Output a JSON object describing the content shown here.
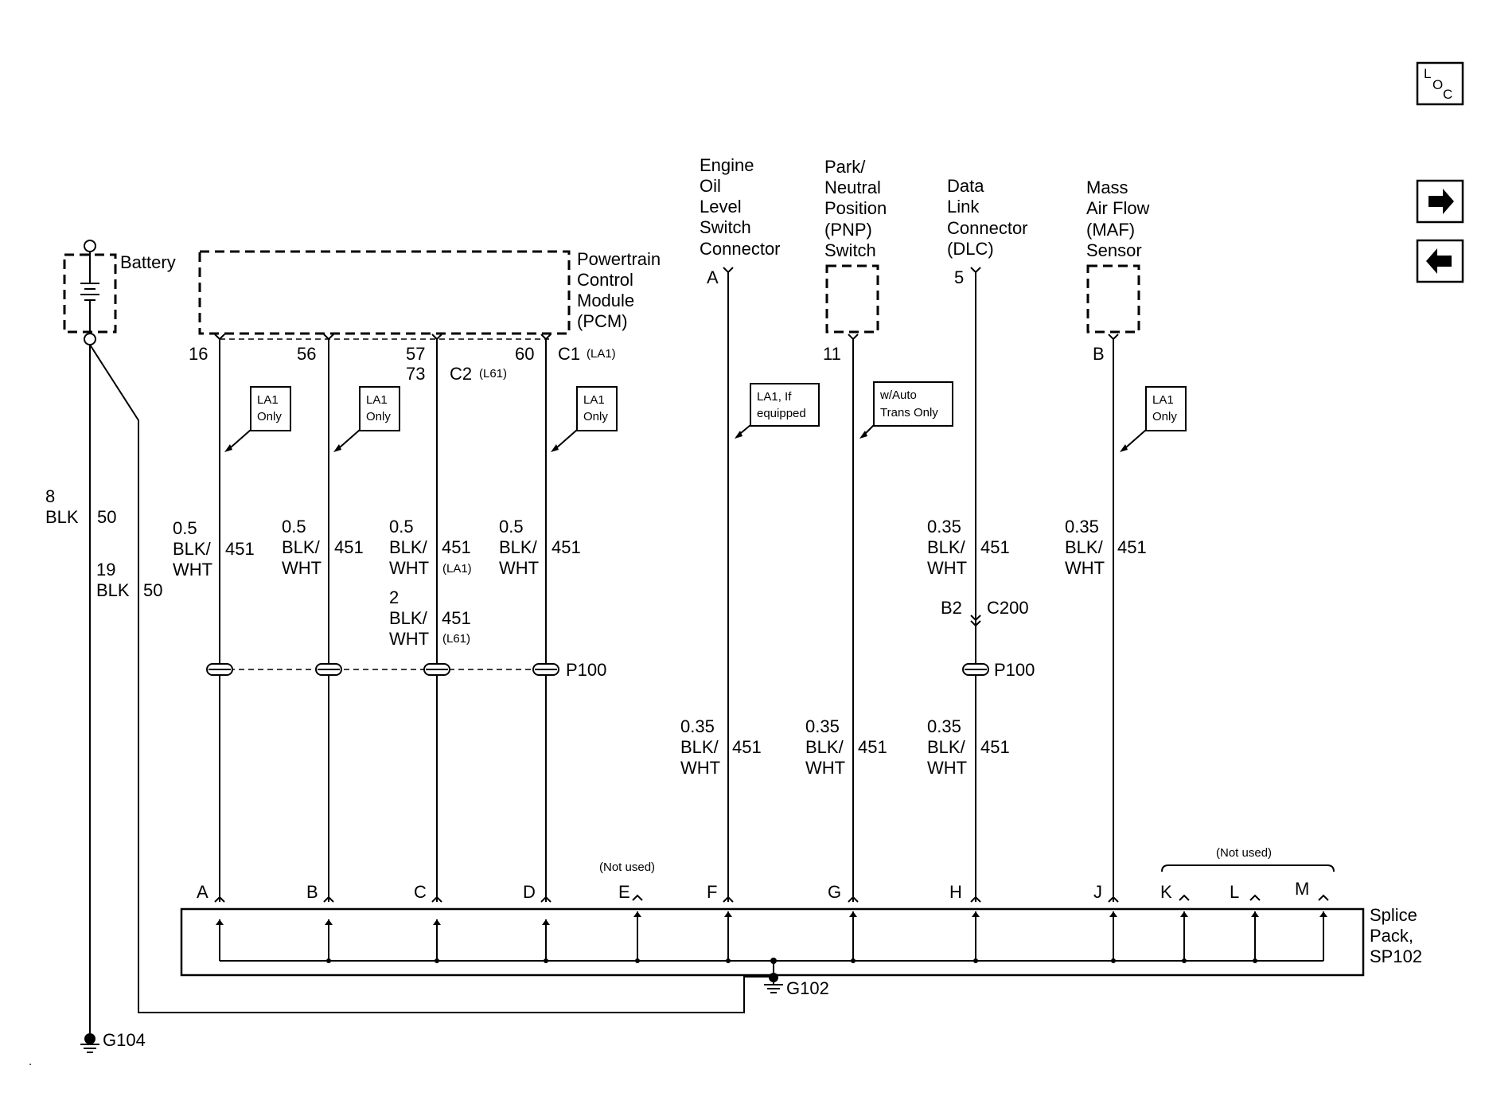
{
  "nav": {
    "loc_l": "L",
    "loc_o": "O",
    "loc_c": "C"
  },
  "battery": {
    "label": "Battery"
  },
  "pcm": {
    "line1": "Powertrain",
    "line2": "Control",
    "line3": "Module",
    "line4": "(PCM)"
  },
  "pcm_pins": {
    "p16": "16",
    "p56": "56",
    "p57": "57",
    "p73": "73",
    "p60": "60",
    "c1": "C1",
    "c1_opt": "(LA1)",
    "c2": "C2",
    "c2_opt": "(L61)"
  },
  "oil": {
    "line1": "Engine",
    "line2": "Oil",
    "line3": "Level",
    "line4": "Switch",
    "line5": "Connector",
    "pin": "A"
  },
  "pnp": {
    "line1": "Park/",
    "line2": "Neutral",
    "line3": "Position",
    "line4": "(PNP)",
    "line5": "Switch",
    "pin": "11"
  },
  "dlc": {
    "line1": "Data",
    "line2": "Link",
    "line3": "Connector",
    "line4": "(DLC)",
    "pin": "5"
  },
  "maf": {
    "line1": "Mass",
    "line2": "Air Flow",
    "line3": "(MAF)",
    "line4": "Sensor",
    "pin": "B"
  },
  "notes": {
    "la1_only_1": "LA1",
    "la1_only_2": "Only",
    "la1_if_1": "LA1, If",
    "la1_if_2": "equipped",
    "auto_1": "w/Auto",
    "auto_2": "Trans Only"
  },
  "wires": {
    "gauge_05": "0.5",
    "gauge_035": "0.35",
    "gauge_2": "2",
    "blk_slash": "BLK/",
    "wht": "WHT",
    "circuit": "451",
    "la1": "(LA1)",
    "l61": "(L61)",
    "bat_g1": "8",
    "bat_g2": "19",
    "blk": "BLK",
    "bat_circuit": "50"
  },
  "connectors": {
    "p100": "P100",
    "b2": "B2",
    "c200": "C200"
  },
  "splice": {
    "line1": "Splice",
    "line2": "Pack,",
    "line3": "SP102",
    "not_used": "(Not used)",
    "pins": [
      "A",
      "B",
      "C",
      "D",
      "E",
      "F",
      "G",
      "H",
      "J",
      "K",
      "L",
      "M"
    ]
  },
  "grounds": {
    "g102": "G102",
    "g104": "G104"
  }
}
